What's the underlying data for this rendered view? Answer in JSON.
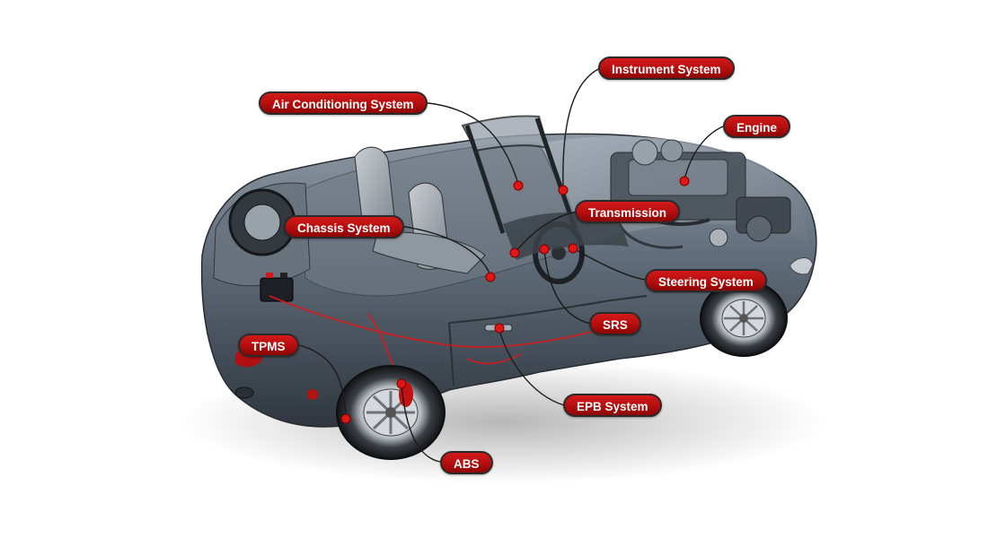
{
  "labels": {
    "instrument_system": "Instrument System",
    "air_conditioning_system": "Air Conditioning System",
    "engine": "Engine",
    "transmission": "Transmission",
    "chassis_system": "Chassis System",
    "steering_system": "Steering System",
    "srs": "SRS",
    "tpms": "TPMS",
    "epb_system": "EPB System",
    "abs": "ABS"
  },
  "colors": {
    "label_fill": "#c01010",
    "label_border": "#2a2a2a",
    "label_text": "#ffffff",
    "leader_line": "#1a1a1a",
    "marker": "#e01515",
    "car_body": "#5f6b78"
  },
  "illustration": "cutaway-convertible-car"
}
